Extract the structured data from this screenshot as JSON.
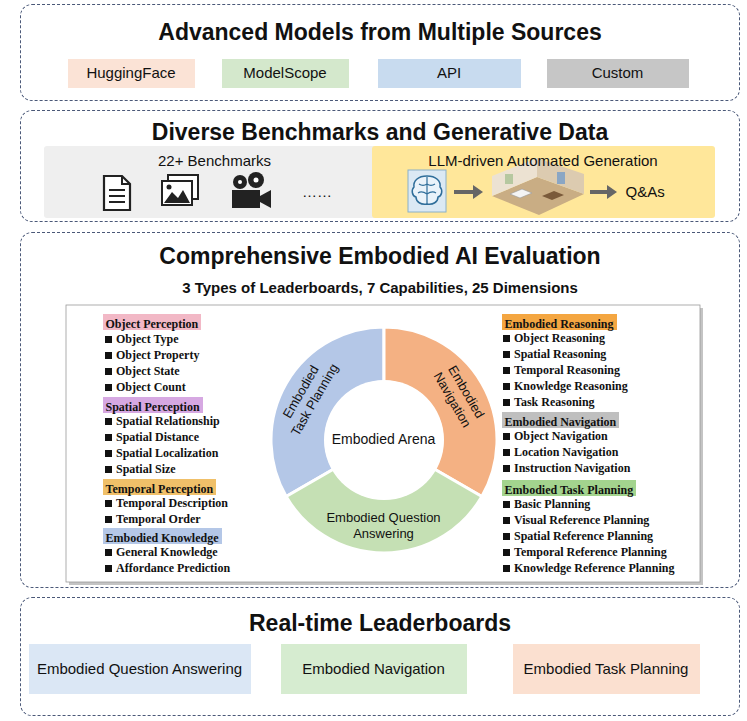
{
  "diagram": {
    "nodes": [
      {
        "text": [
          "Advanced Models from Multiple Sources"
        ]
      },
      {
        "text": [
          "HuggingFace"
        ],
        "in": 0
      },
      {
        "text": [
          "ModelScope"
        ],
        "in": 0
      },
      {
        "text": [
          "API"
        ],
        "in": 0
      },
      {
        "text": [
          "Custom"
        ],
        "in": 0
      },
      {
        "text": [
          "Diverse Benchmarks and Generative Data"
        ]
      },
      {
        "text": [
          "22+ Benchmarks"
        ],
        "in": 5
      },
      {
        "text": [
          "LLM-driven Automated Generation",
          "Q&As"
        ],
        "in": 5
      },
      {
        "text": [
          "Comprehensive Embodied AI Evaluation",
          "3 Types of Leaderboards, 7 Capabilities, 25 Dimensions"
        ]
      },
      {
        "text": [
          "Object Perception"
        ],
        "in": 8
      },
      {
        "text": [
          "Spatial Perception"
        ],
        "in": 8
      },
      {
        "text": [
          "Temporal Perception"
        ],
        "in": 8
      },
      {
        "text": [
          "Embodied Knowledge"
        ],
        "in": 8
      },
      {
        "text": [
          "Embodied Task Planning"
        ],
        "in": 8
      },
      {
        "text": [
          "Embodied Navigation"
        ],
        "in": 8
      },
      {
        "text": [
          "Embodied Question Answering"
        ],
        "in": 8
      },
      {
        "text": [
          "Embodied Arena"
        ],
        "in": 8
      },
      {
        "text": [
          "Embodied Reasoning"
        ],
        "in": 8
      },
      {
        "text": [
          "Embodied Navigation"
        ],
        "in": 8
      },
      {
        "text": [
          "Embodied Task Planning"
        ],
        "in": 8
      },
      {
        "text": [
          "Real-time Leaderboards"
        ]
      },
      {
        "text": [
          "Embodied Question Answering"
        ],
        "in": 20
      },
      {
        "text": [
          "Embodied Navigation"
        ],
        "in": 20
      },
      {
        "text": [
          "Embodied Task Planning"
        ],
        "in": 20
      }
    ],
    "labels": [
      "……",
      "Object Type",
      "Object Property",
      "Object State",
      "Object Count",
      "Spatial Relationship",
      "Spatial Distance",
      "Spatial Localization",
      "Spatial Size",
      "Temporal Description",
      "Temporal Order",
      "General Knowledge",
      "Affordance Prediction",
      "Object Reasoning",
      "Spatial Reasoning",
      "Temporal Reasoning",
      "Knowledge Reasoning",
      "Task Reasoning",
      "Object Navigation",
      "Location Navigation",
      "Instruction Navigation",
      "Basic Planning",
      "Visual Reference Planning",
      "Spatial Reference Planning",
      "Temporal Reference Planning",
      "Knowledge Reference Planning"
    ]
  }
}
